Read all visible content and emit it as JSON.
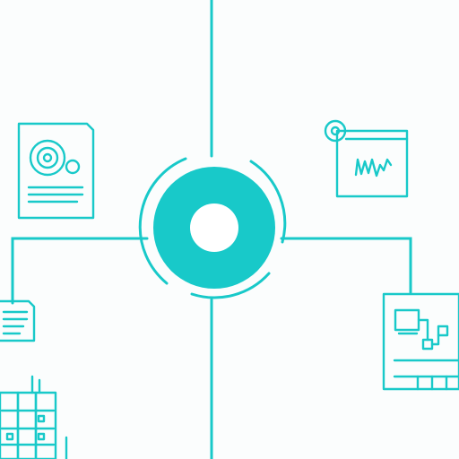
{
  "theme": {
    "background": "#fbfdfd",
    "accent": "#18c9c9",
    "accent_dark": "#13b8b8",
    "hub_center": "#ffffff"
  },
  "icons": [
    {
      "name": "document-gear-icon",
      "kind": "document with concentric gear and text lines"
    },
    {
      "name": "chart-window-icon",
      "kind": "browser window with signal waveform and locator pin"
    },
    {
      "name": "sticky-note-icon",
      "kind": "small note card with text lines"
    },
    {
      "name": "flowchart-window-icon",
      "kind": "panel with connected nodes"
    },
    {
      "name": "server-rack-icon",
      "kind": "stacked server racks"
    }
  ]
}
